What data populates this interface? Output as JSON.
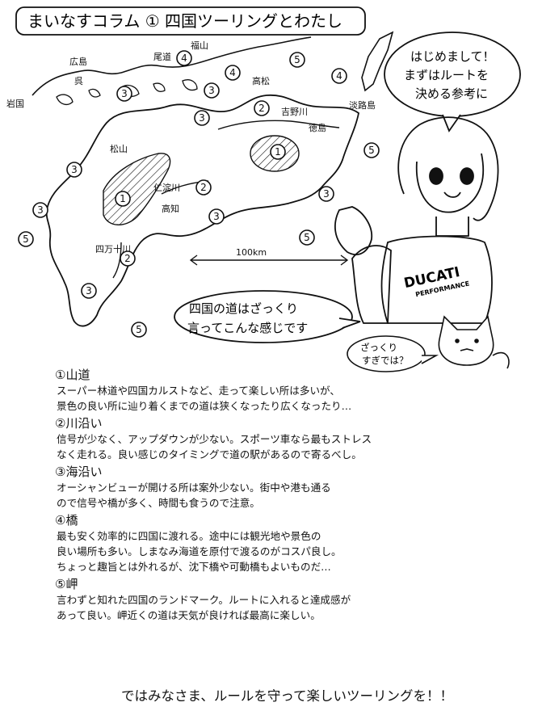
{
  "title": "まいなすコラム ① 四国ツーリングとわたし",
  "map_labels": {
    "hiroshima": "広島",
    "kure": "呉",
    "iwakuni": "岩国",
    "onomichi": "尾道",
    "fukuyama": "福山",
    "takamatsu": "高松",
    "yoshinogawa": "吉野川",
    "tokushima": "徳島",
    "awajishima": "淡路島",
    "matsuyama": "松山",
    "niyodogawa": "仁淀川",
    "kochi": "高知",
    "shimanto": "四万十川",
    "scale": "100km"
  },
  "bubbles": {
    "greeting": [
      "はじめまして！",
      "まずはルートを",
      "決める参考に"
    ],
    "rough": [
      "四国の道はざっくり",
      "言ってこんな感じです"
    ],
    "cat": [
      "ざっくり",
      "すぎでは？"
    ]
  },
  "shirt": {
    "brand": "DUCATI",
    "sub": "PERFORMANCE"
  },
  "sections": [
    {
      "title": "①山道",
      "lines": [
        "スーパー林道や四国カルストなど、走って楽しい所は多いが、",
        "景色の良い所に辿り着くまでの道は狭くなったり広くなったり…"
      ]
    },
    {
      "title": "②川沿い",
      "lines": [
        "信号が少なく、アップダウンが少ない。スポーツ車なら最もストレス",
        "なく走れる。良い感じのタイミングで道の駅があるので寄るべし。"
      ]
    },
    {
      "title": "③海沿い",
      "lines": [
        "オーシャンビューが開ける所は案外少ない。街中や港も通る",
        "ので信号や橋が多く、時間も食うので注意。"
      ]
    },
    {
      "title": "④橋",
      "lines": [
        "最も安く効率的に四国に渡れる。途中には観光地や景色の",
        "良い場所も多い。しまなみ海道を原付で渡るのがコスパ良し。",
        "ちょっと趣旨とは外れるが、沈下橋や可動橋もよいものだ…"
      ]
    },
    {
      "title": "⑤岬",
      "lines": [
        "言わずと知れた四国のランドマーク。ルートに入れると達成感が",
        "あって良い。岬近くの道は天気が良ければ最高に楽しい。"
      ]
    }
  ],
  "closing": "ではみなさま、ルールを守って楽しいツーリングを！！"
}
